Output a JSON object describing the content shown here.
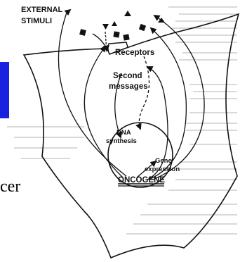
{
  "labels": {
    "external_line1": "EXTERNAL",
    "external_line2": "STIMULI",
    "receptors": "Receptors",
    "second_line1": "Second",
    "second_line2": "messages",
    "dna_line1": "DNA",
    "dna_line2": "synthesis",
    "gene_line1": "Gene",
    "gene_line2": "expression",
    "oncogene": "ONCOGENE",
    "partial_word": "cer"
  },
  "colors": {
    "background": "#ffffff",
    "ink": "#111111",
    "side_tab": "#1a22e0",
    "paper_text": "#c9c9c9"
  },
  "icons": [
    "stimulus-square",
    "stimulus-triangle"
  ]
}
